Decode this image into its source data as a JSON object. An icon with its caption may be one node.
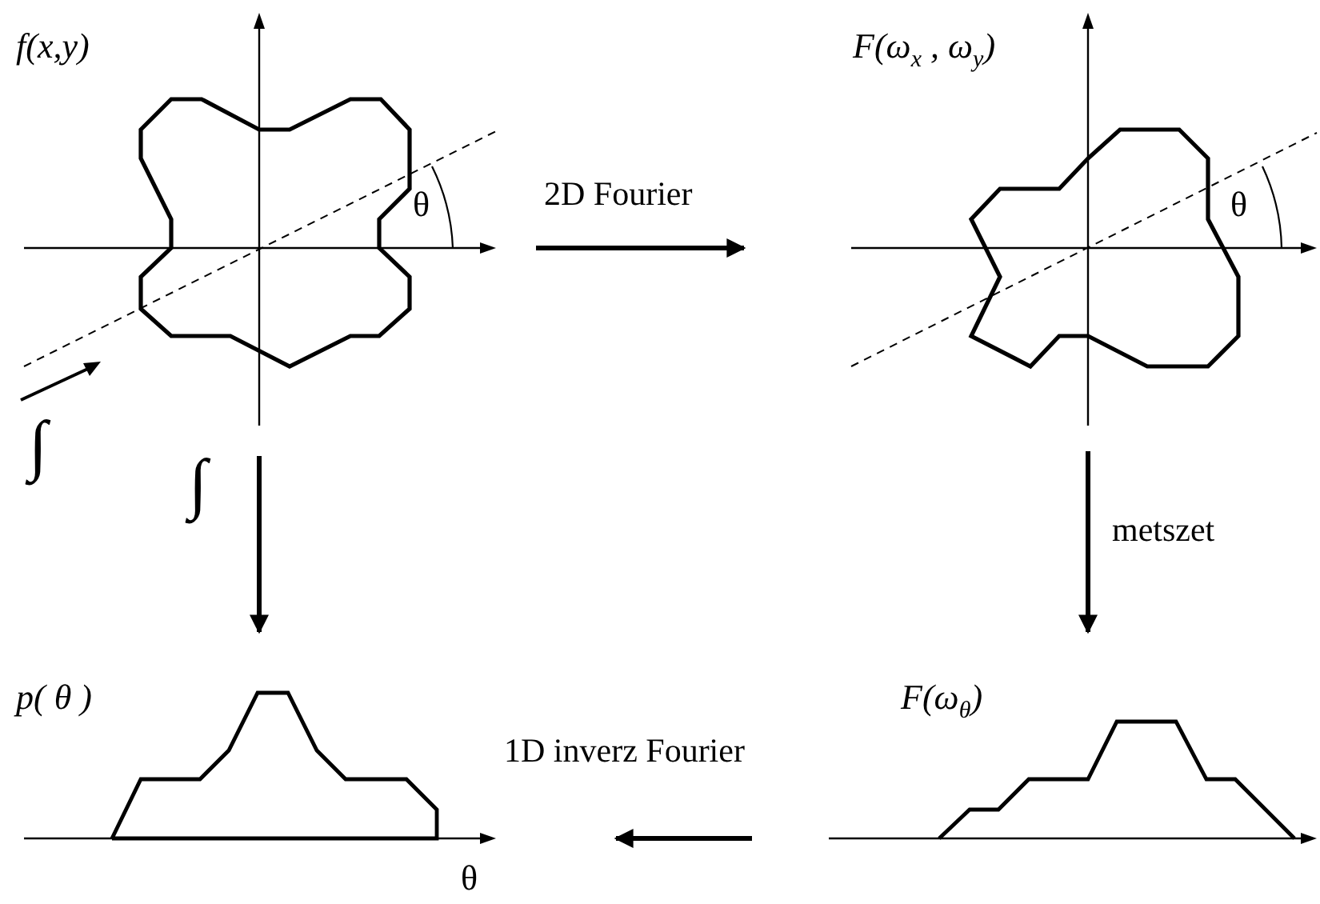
{
  "diagram": {
    "nodes": [
      {
        "text": [
          "f(x,y)"
        ]
      },
      {
        "text": [
          "F(ω$_{x}$ , ω$_{y}$)"
        ]
      },
      {
        "text": [
          "p( θ )"
        ]
      },
      {
        "text": [
          "F(ω$_{θ}$)"
        ]
      }
    ],
    "edges": [
      {
        "from": 0,
        "to": 1,
        "arrow": "to",
        "label": "2D Fourier"
      },
      {
        "from": 1,
        "to": 3,
        "arrow": "to",
        "label": "metszet"
      },
      {
        "from": 3,
        "to": 2,
        "arrow": "to",
        "label": "1D inverz Fourier"
      },
      {
        "from": 0,
        "to": 2,
        "arrow": "to",
        "label": "∫"
      }
    ],
    "labels": [
      "θ",
      "∫",
      "θ",
      "θ"
    ]
  }
}
